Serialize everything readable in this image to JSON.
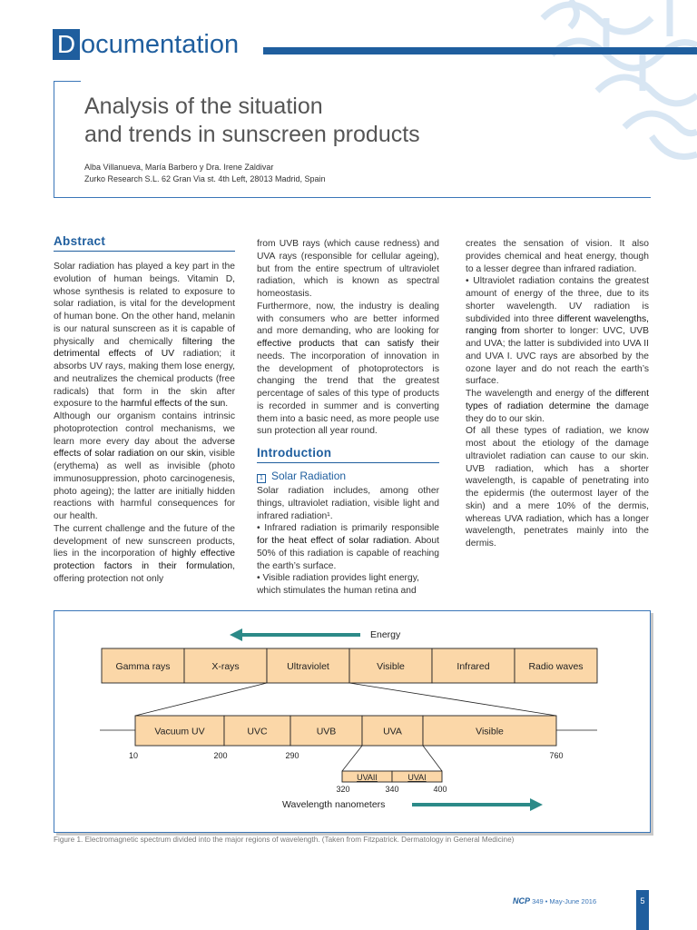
{
  "header": {
    "initial": "D",
    "rest": "ocumentation"
  },
  "article": {
    "title_line1": "Analysis of the situation",
    "title_line2": "and trends in sunscreen products",
    "authors": "Alba Villanueva, María Barbero y Dra. Irene Zaldivar",
    "affiliation": "Zurko Research S.L. 62 Gran Via st. 4th Left, 28013 Madrid, Spain"
  },
  "abstract": {
    "heading": "Abstract",
    "p1a": "Solar radiation has played a key part in the evolution of human beings. Vitamin D, whose synthesis is related to exposure to solar radiation, is vital for the development of human bone. On the other hand, melanin is our natural sunscreen as it is capable of physically and chemically ",
    "p1b": "filtering the detrimental effects of UV",
    "p1c": " radiation; it absorbs UV rays, making them lose energy, and neutralizes the chemical products (free radicals) that form in the skin after exposure to the ",
    "p1d": "harmful effects of the sun",
    "p1e": ".",
    "p2a": "Although our organism contains intrinsic photoprotection control mechanisms, we learn more every day about the adver",
    "p2b": "se effects of solar radiation on our skin",
    "p2c": ", visible (erythema) as well as invisible (photo immunosuppression, photo carcinogenesis, photo ageing); the latter are initially hidden reactions with harmful consequences for our health.",
    "p3a": "The current challenge and the future of the development of new sunscreen products, lies in the incorporation of ",
    "p3b": "highly effective protection factors in their formulation",
    "p3c": ", offering protection not only"
  },
  "col2": {
    "p1a": "from UVB rays (which cause redness) and UVA rays (responsible for cellular ageing), but from the entire spectrum of ultraviolet radiation, which is known as spectral homeostasis.",
    "p2a": "Furthermore, now, the industry is dealing with consumers who are better informed and more demanding, who are looking for ",
    "p2b": "effective products that can satisfy their",
    "p2c": " needs. The incorporation of innovation in the development of photoprotectors is changing the trend that the greatest percentage of sales of this type of products is recorded in summer and is converting them into a basic need, as more people use sun protection all year round.",
    "intro_heading": "Introduction",
    "sub_icon": "1",
    "subheading": "Solar Radiation",
    "p3": "Solar radiation includes, among other things, ultraviolet radiation, visible light and infrared radiation¹.",
    "p4a": "• Infrared radiation is primarily responsible ",
    "p4b": "for the heat effect of solar radiation",
    "p4c": ". About 50% of this radiation is capable of reaching the earth’s surface.",
    "p5": "• Visible radiation provides light energy, which stimulates the human retina and"
  },
  "col3": {
    "p1": "creates the sensation of vision. It also provides chemical and heat energy, though to a lesser degree than infrared radiation.",
    "p2a": "• Ultraviolet radiation contains the greatest amount of energy of the three, due to its shorter wavelength. UV radiation is subdivided into three ",
    "p2b": "different wavelengths, ranging from",
    "p2c": " shorter to longer: UVC, UVB and UVA; the latter is subdivided into UVA II and UVA I. UVC rays are absorbed by the ozone layer and do not reach the earth’s surface.",
    "p3a": "The wavelength and energy of the ",
    "p3b": "different types of radiation determine the",
    "p3c": " damage they do to our skin.",
    "p4": "Of all these types of radiation, we know most about the etiology of the damage ultraviolet radiation can cause to our skin. UVB radiation, which has a shorter wavelength, is capable of penetrating into the epidermis (the outermost layer of the skin) and a mere 10% of the dermis, whereas UVA radiation, which has a longer wavelength, penetrates mainly into the dermis."
  },
  "figure": {
    "energy_label": "Energy",
    "top_bands": [
      "Gamma rays",
      "X-rays",
      "Ultraviolet",
      "Visible",
      "Infrared",
      "Radio waves"
    ],
    "bottom_bands": [
      "Vacuum UV",
      "UVC",
      "UVB",
      "UVA",
      "Visible"
    ],
    "bottom_ticks": [
      "10",
      "200",
      "290",
      "760"
    ],
    "uva_bands": [
      "UVAII",
      "UVAI"
    ],
    "uva_ticks": [
      "320",
      "340",
      "400"
    ],
    "wavelength_label": "Wavelength nanometers",
    "caption": "Figure 1. Electromagnetic spectrum divided into the major regions of wavelength. (Taken from Fitzpatrick. Dermatology in General Medicine)",
    "colors": {
      "band_fill": "#fbd7a8",
      "arrow": "#2c8a88",
      "line": "#222222"
    }
  },
  "footer": {
    "journal": "NCP",
    "issue": "349 • May-June 2016",
    "page": "5"
  }
}
